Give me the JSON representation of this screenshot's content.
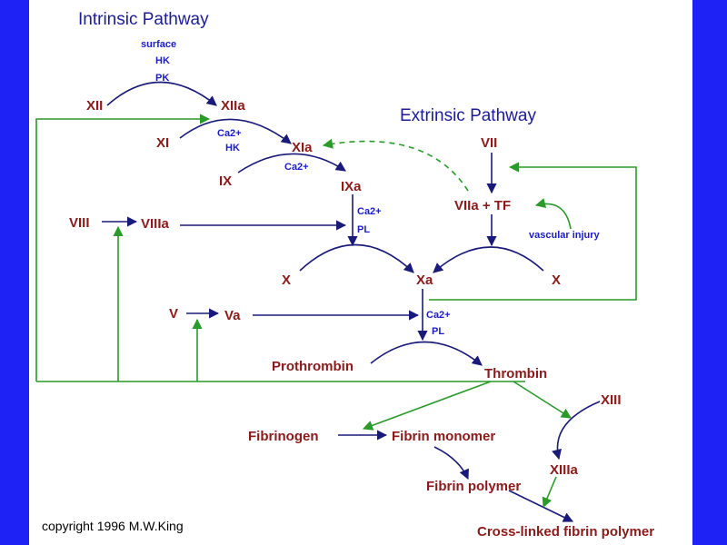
{
  "titles": {
    "intrinsic": "Intrinsic Pathway",
    "extrinsic": "Extrinsic Pathway"
  },
  "factors": {
    "xii": "XII",
    "xiia": "XIIa",
    "xi": "XI",
    "xia": "XIa",
    "ix": "IX",
    "ixa": "IXa",
    "viii": "VIII",
    "viiia": "VIIIa",
    "vii": "VII",
    "viia_tf": "VIIa + TF",
    "x_left": "X",
    "xa": "Xa",
    "x_right": "X",
    "v": "V",
    "va": "Va",
    "prothrombin": "Prothrombin",
    "thrombin": "Thrombin",
    "fibrinogen": "Fibrinogen",
    "fibrin_monomer": "Fibrin monomer",
    "fibrin_polymer": "Fibrin polymer",
    "xiii": "XIII",
    "xiiia": "XIIIa",
    "crosslinked": "Cross-linked fibrin polymer"
  },
  "cofactors": {
    "surface": "surface",
    "hk1": "HK",
    "pk": "PK",
    "ca1": "Ca2+",
    "hk2": "HK",
    "ca2": "Ca2+",
    "ca3": "Ca2+",
    "pl1": "PL",
    "ca4": "Ca2+",
    "pl2": "PL",
    "vascular_injury": "vascular injury"
  },
  "copyright": "copyright 1996 M.W.King",
  "colors": {
    "background": "#1f22f4",
    "panel": "#ffffff",
    "factor_text": "#8b1a1a",
    "cofactor_text": "#1c1cc8",
    "title_text": "#1c1c9a",
    "navy_arrow": "#1a1a7a",
    "green_arrow": "#2a9a2a"
  }
}
